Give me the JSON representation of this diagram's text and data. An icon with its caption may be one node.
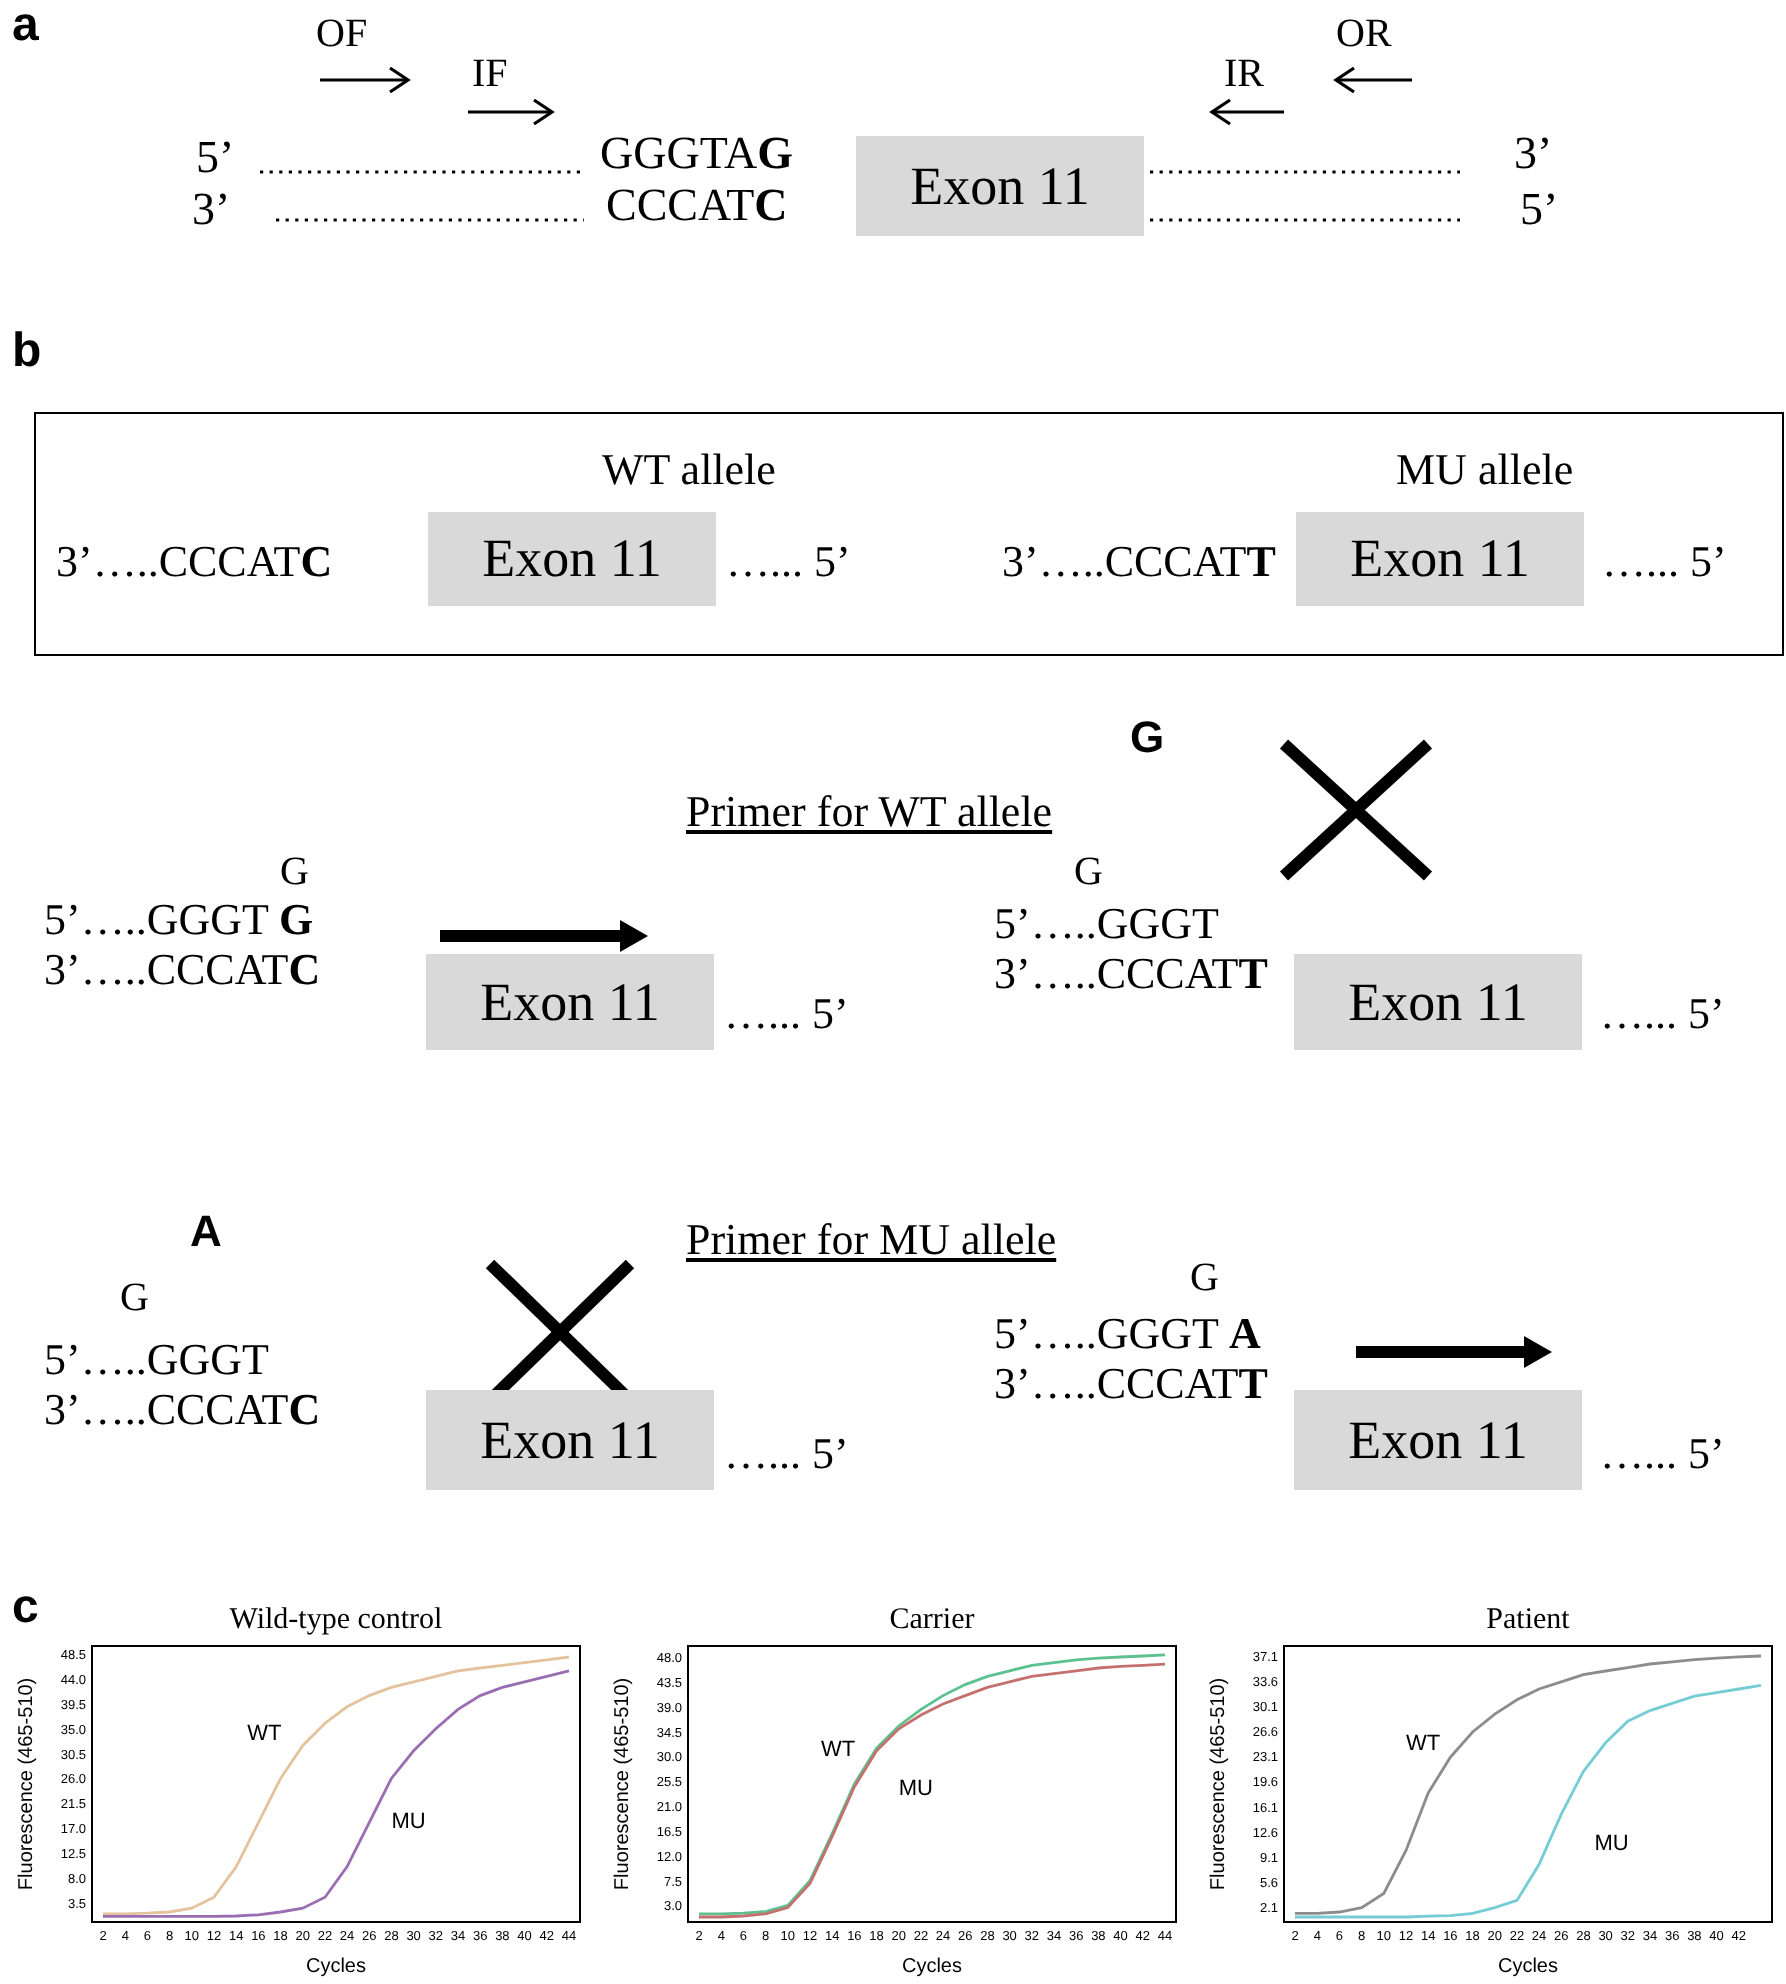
{
  "diagram": {
    "nodes": [
      {
        "text": [
          "Exon 11"
        ]
      },
      {
        "text": [
          "WT allele",
          "MU allele",
          "3’…..CCCAT**C**",
          "…... 5’",
          "3’…..CCCAT**T**",
          "…... 5’"
        ]
      },
      {
        "text": [
          "Exon 11"
        ],
        "in": 1
      },
      {
        "text": [
          "Exon 11"
        ],
        "in": 1
      },
      {
        "text": [
          "Exon 11"
        ]
      },
      {
        "text": [
          "Exon 11"
        ]
      },
      {
        "text": [
          "Exon 11"
        ]
      },
      {
        "text": [
          "Exon 11"
        ]
      }
    ],
    "labels": [
      "a",
      "OF",
      "OR",
      "IF",
      "IR",
      "5’",
      "GGGTA**G**",
      "3’",
      "3’",
      "CCCAT**C**",
      "5’",
      "b",
      "G",
      "Primer for WT allele",
      "G",
      "5’…..GGGT **G**",
      "3’…..CCCAT**C**",
      "…... 5’",
      "G",
      "5’…..GGGT",
      "3’…..CCCAT**T**",
      "…... 5’",
      "A",
      "Primer for MU allele",
      "G",
      "5’…..GGGT",
      "3’…..CCCAT**C**",
      "…... 5’",
      "G",
      "5’…..GGGT **A**",
      "3’…..CCCAT**T**",
      "…... 5’",
      "c"
    ],
    "chart_data": [
      {
        "type": "line",
        "title": "Wild-type control",
        "xlabel": "Cycles",
        "ylabel": "Fluorescence (465-510)",
        "x": [
          2,
          4,
          6,
          8,
          10,
          12,
          14,
          16,
          18,
          20,
          22,
          24,
          26,
          28,
          30,
          32,
          34,
          36,
          38,
          40,
          42,
          44
        ],
        "series": [
          {
            "name": "WT",
            "color": "#e3c29c",
            "values": [
              1.5,
              1.5,
              1.6,
              1.8,
              2.5,
              4.5,
              10,
              18,
              26,
              32,
              36,
              39,
              41,
              42.5,
              43.5,
              44.5,
              45.5,
              46,
              46.5,
              47,
              47.5,
              48
            ]
          },
          {
            "name": "MU",
            "color": "#9a6db3",
            "values": [
              1.0,
              1.0,
              1.0,
              1.0,
              1.0,
              1.0,
              1.1,
              1.3,
              1.8,
              2.5,
              4.5,
              10,
              18,
              26,
              31,
              35,
              38.5,
              41,
              42.5,
              43.5,
              44.5,
              45.5
            ]
          }
        ],
        "xlim": [
          1,
          45
        ],
        "ylim": [
          0,
          50
        ],
        "xticks": [
          2,
          4,
          6,
          8,
          10,
          12,
          14,
          16,
          18,
          20,
          22,
          24,
          26,
          28,
          30,
          32,
          34,
          36,
          38,
          40,
          42,
          44
        ],
        "yticks": [
          {
            "value": 3.5,
            "label": "3.5"
          },
          {
            "value": 8,
            "label": "8.0"
          },
          {
            "value": 12.5,
            "label": "12.5"
          },
          {
            "value": 17,
            "label": "17.0"
          },
          {
            "value": 21.5,
            "label": "21.5"
          },
          {
            "value": 26,
            "label": "26.0"
          },
          {
            "value": 30.5,
            "label": "30.5"
          },
          {
            "value": 35,
            "label": "35.0"
          },
          {
            "value": 39.5,
            "label": "39.5"
          },
          {
            "value": 44,
            "label": "44.0"
          },
          {
            "value": 48.5,
            "label": "48.5"
          }
        ]
      },
      {
        "type": "line",
        "title": "Carrier",
        "xlabel": "Cycles",
        "ylabel": "Fluorescence (465-510)",
        "x": [
          2,
          4,
          6,
          8,
          10,
          12,
          14,
          16,
          18,
          20,
          22,
          24,
          26,
          28,
          30,
          32,
          34,
          36,
          38,
          40,
          42,
          44
        ],
        "series": [
          {
            "name": "WT",
            "color": "#5cc08f",
            "values": [
              1.5,
              1.5,
              1.6,
              1.9,
              3,
              7.5,
              16,
              25,
              31.5,
              35.5,
              38.5,
              41,
              43,
              44.5,
              45.5,
              46.5,
              47,
              47.5,
              47.8,
              48,
              48.2,
              48.4
            ]
          },
          {
            "name": "MU",
            "color": "#c4706f",
            "values": [
              0.9,
              0.9,
              1.1,
              1.5,
              2.6,
              7,
              15.5,
              24.5,
              31,
              35,
              37.5,
              39.5,
              41,
              42.5,
              43.5,
              44.5,
              45,
              45.5,
              46,
              46.3,
              46.5,
              46.7
            ]
          }
        ],
        "xlim": [
          1,
          45
        ],
        "ylim": [
          0,
          50
        ],
        "xticks": [
          2,
          4,
          6,
          8,
          10,
          12,
          14,
          16,
          18,
          20,
          22,
          24,
          26,
          28,
          30,
          32,
          34,
          36,
          38,
          40,
          42,
          44
        ],
        "yticks": [
          {
            "value": 3,
            "label": "3.0"
          },
          {
            "value": 7.5,
            "label": "7.5"
          },
          {
            "value": 12,
            "label": "12.0"
          },
          {
            "value": 16.5,
            "label": "16.5"
          },
          {
            "value": 21,
            "label": "21.0"
          },
          {
            "value": 25.5,
            "label": "25.5"
          },
          {
            "value": 30,
            "label": "30.0"
          },
          {
            "value": 34.5,
            "label": "34.5"
          },
          {
            "value": 39,
            "label": "39.0"
          },
          {
            "value": 43.5,
            "label": "43.5"
          },
          {
            "value": 48,
            "label": "48.0"
          }
        ]
      },
      {
        "type": "line",
        "title": "Patient",
        "xlabel": "Cycles",
        "ylabel": "Fluorescence (465-510)",
        "x": [
          2,
          4,
          6,
          8,
          10,
          12,
          14,
          16,
          18,
          20,
          22,
          24,
          26,
          28,
          30,
          32,
          34,
          36,
          38,
          40,
          42,
          44
        ],
        "series": [
          {
            "name": "WT",
            "color": "#8c8c8c",
            "values": [
              1.2,
              1.2,
              1.4,
              2,
              4,
              10,
              18,
              23,
              26.5,
              29,
              31,
              32.5,
              33.5,
              34.5,
              35,
              35.5,
              36,
              36.3,
              36.6,
              36.8,
              37,
              37.1
            ]
          },
          {
            "name": "MU",
            "color": "#74ccd4",
            "values": [
              0.7,
              0.7,
              0.7,
              0.7,
              0.7,
              0.7,
              0.8,
              0.9,
              1.2,
              2,
              3,
              8,
              15,
              21,
              25,
              28,
              29.5,
              30.5,
              31.5,
              32,
              32.5,
              33
            ]
          }
        ],
        "xlim": [
          1,
          45
        ],
        "ylim": [
          0,
          38.5
        ],
        "xticks": [
          2,
          4,
          6,
          8,
          10,
          12,
          14,
          16,
          18,
          20,
          22,
          24,
          26,
          28,
          30,
          32,
          34,
          36,
          38,
          40,
          42
        ],
        "yticks": [
          {
            "value": 2.1,
            "label": "2.1"
          },
          {
            "value": 5.6,
            "label": "5.6"
          },
          {
            "value": 9.1,
            "label": "9.1"
          },
          {
            "value": 12.6,
            "label": "12.6"
          },
          {
            "value": 16.1,
            "label": "16.1"
          },
          {
            "value": 19.6,
            "label": "19.6"
          },
          {
            "value": 23.1,
            "label": "23.1"
          },
          {
            "value": 26.6,
            "label": "26.6"
          },
          {
            "value": 30.1,
            "label": "30.1"
          },
          {
            "value": 33.6,
            "label": "33.6"
          },
          {
            "value": 37.1,
            "label": "37.1"
          }
        ]
      }
    ]
  }
}
